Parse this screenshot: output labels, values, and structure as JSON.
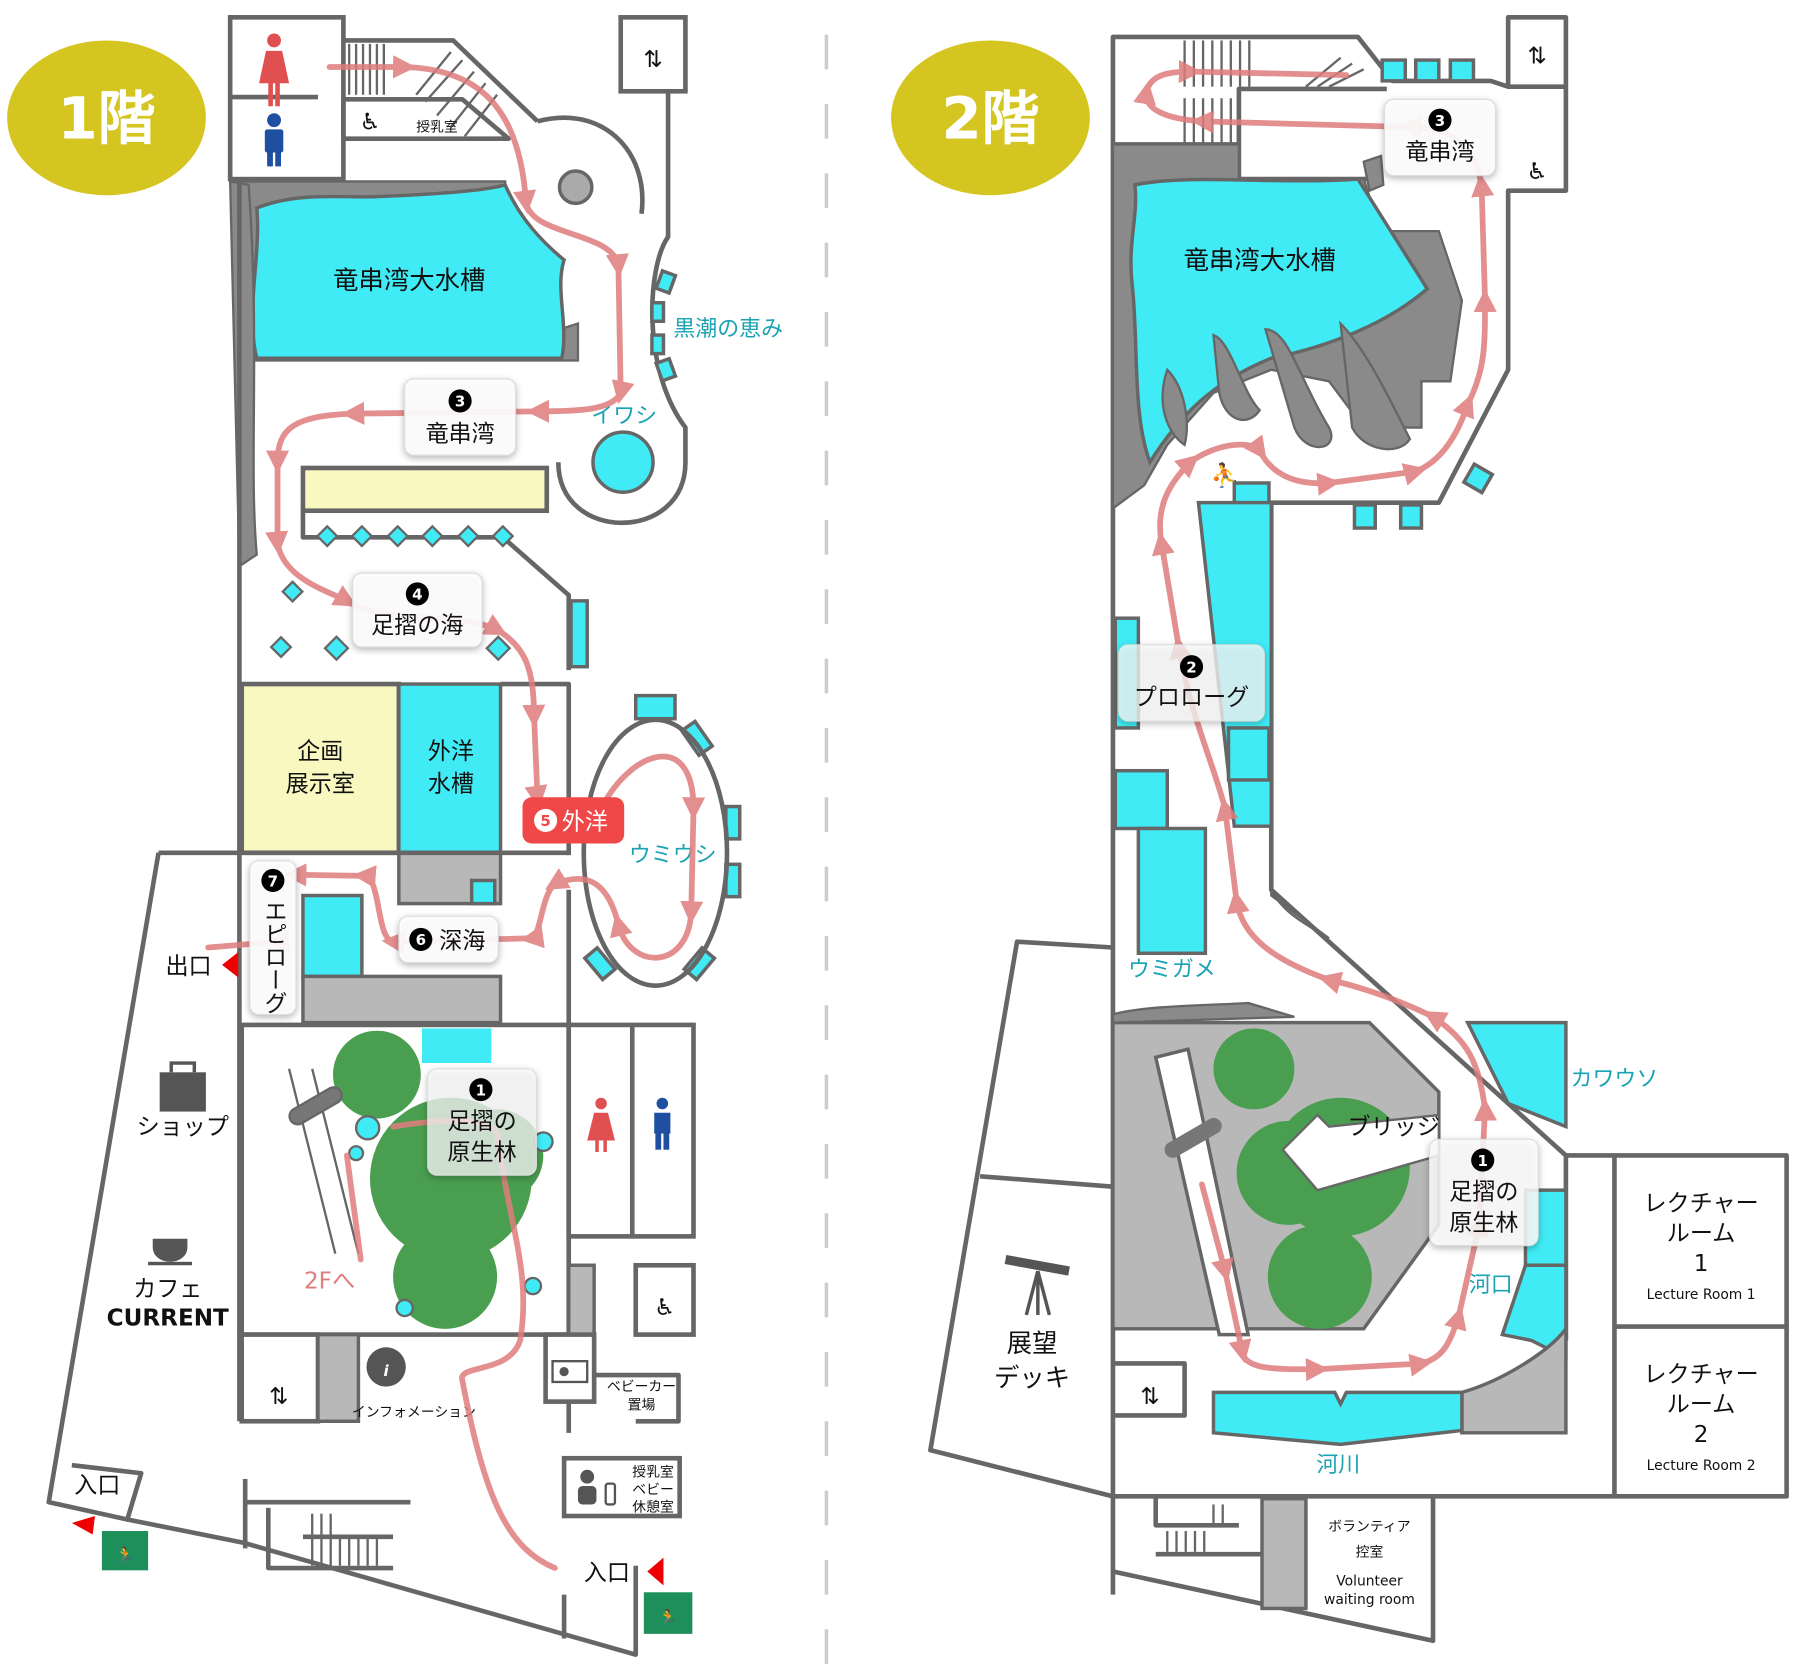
{
  "colors": {
    "badge": "#d4c520",
    "water": "#40ebf5",
    "route": "#e07c7c",
    "tree": "#4a9e50",
    "exhibit": "#f8f8c0",
    "label_teal": "#1aa3b3",
    "stop5": "#f04848",
    "exit_sign": "#1e8f5a"
  },
  "floor1": {
    "badge": "1階",
    "tank_main": "竜串湾大水槽",
    "kuroshio": "黒潮の恵み",
    "iwashi": "イワシ",
    "umiushi": "ウミウシ",
    "special_exhibit": [
      "企画",
      "展示室"
    ],
    "ocean_tank": [
      "外洋",
      "水槽"
    ],
    "nursing_small": "授乳室",
    "exit": "出口",
    "shop": "ショップ",
    "cafe": [
      "カフェ",
      "CURRENT"
    ],
    "to_2f": "2Fへ",
    "information": "インフォメーション",
    "stroller": [
      "ベビーカー",
      "置場"
    ],
    "baby_room": [
      "授乳室",
      "ベビー",
      "休憩室"
    ],
    "entrance_left": "入口",
    "entrance_main": "入口",
    "stops": {
      "s1": {
        "num": "1",
        "label": [
          "足摺の",
          "原生林"
        ]
      },
      "s3": {
        "num": "3",
        "label": "竜串湾"
      },
      "s4": {
        "num": "4",
        "label": "足摺の海"
      },
      "s5": {
        "num": "5",
        "label": "外洋"
      },
      "s6": {
        "num": "6",
        "label": "深海"
      },
      "s7": {
        "num": "7",
        "label": "エピローグ"
      }
    }
  },
  "floor2": {
    "badge": "2階",
    "tank_main": "竜串湾大水槽",
    "umigame": "ウミガメ",
    "kawauso": "カワウソ",
    "bridge": "ブリッジ",
    "estuary": "河口",
    "river": "河川",
    "observation_deck": [
      "展望",
      "デッキ"
    ],
    "lecture1": {
      "ja": [
        "レクチャー",
        "ルーム",
        "1"
      ],
      "en": "Lecture Room 1"
    },
    "lecture2": {
      "ja": [
        "レクチャー",
        "ルーム",
        "2"
      ],
      "en": "Lecture Room 2"
    },
    "volunteer": {
      "ja": [
        "ボランティア",
        "控室"
      ],
      "en": [
        "Volunteer",
        "waiting room"
      ]
    },
    "stops": {
      "s1": {
        "num": "1",
        "label": [
          "足摺の",
          "原生林"
        ]
      },
      "s2": {
        "num": "2",
        "label": "プロローグ"
      },
      "s3": {
        "num": "3",
        "label": "竜串湾"
      }
    }
  }
}
